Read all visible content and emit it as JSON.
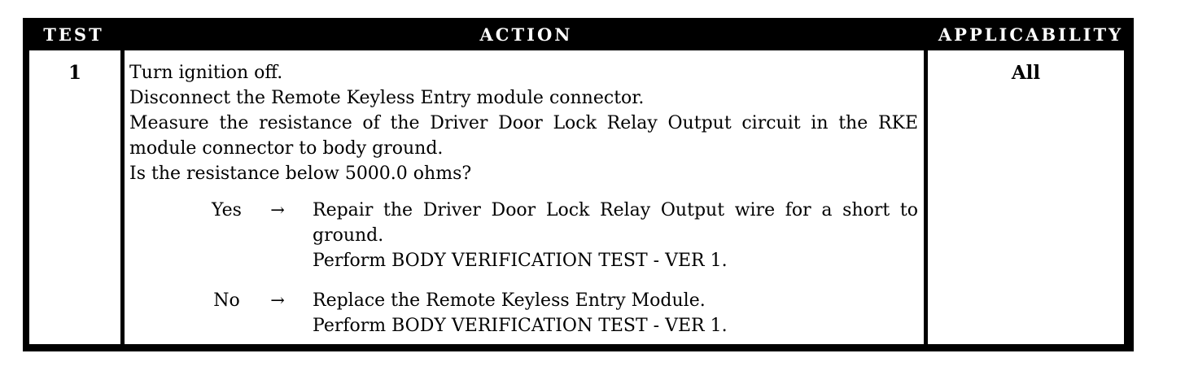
{
  "table": {
    "headers": {
      "test": "TEST",
      "action": "ACTION",
      "applicability": "APPLICABILITY"
    },
    "row": {
      "test_number": "1",
      "applicability": "All",
      "action": {
        "para": [
          "Turn ignition off.",
          "Disconnect the Remote Keyless Entry module connector.",
          "Measure the resistance of the Driver Door Lock Relay Output circuit in the RKE",
          "module connector to body ground.",
          "Is the resistance below 5000.0 ohms?"
        ],
        "choices": [
          {
            "label": "Yes",
            "arrow": "→",
            "lines": [
              "Repair the Driver Door Lock Relay Output wire for a short to",
              "ground.",
              "Perform BODY VERIFICATION TEST - VER 1."
            ]
          },
          {
            "label": "No",
            "arrow": "→",
            "lines": [
              "Replace the Remote Keyless Entry Module.",
              "Perform BODY VERIFICATION TEST - VER 1."
            ]
          }
        ]
      }
    }
  },
  "colors": {
    "header_bg": "#000000",
    "header_text": "#ffffff",
    "body_text": "#000000",
    "border": "#000000",
    "page_bg": "#ffffff"
  }
}
